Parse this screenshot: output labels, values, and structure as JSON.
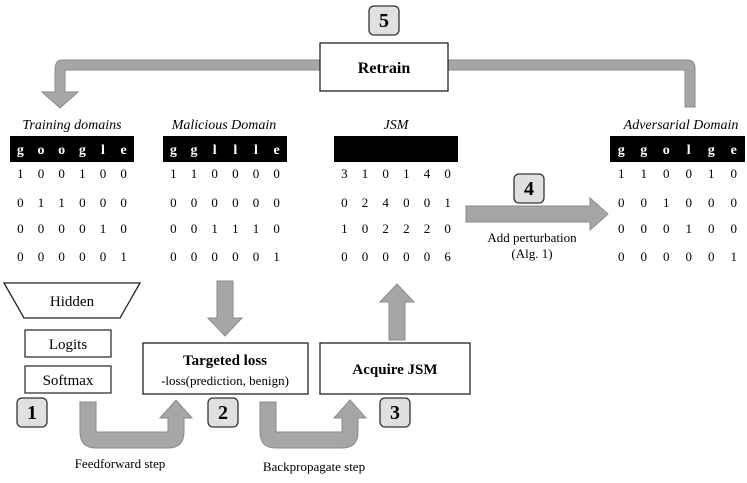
{
  "steps": {
    "retrain_num": "5",
    "retrain_label": "Retrain",
    "perturb_num": "4",
    "perturb_label1": "Add perturbation",
    "perturb_label2": "(Alg. 1)",
    "step1_num": "1",
    "step2_num": "2",
    "step3_num": "3"
  },
  "tables": {
    "training": {
      "title": "Training domains",
      "header": [
        "g",
        "o",
        "o",
        "g",
        "l",
        "e"
      ],
      "rows": [
        [
          "1",
          "0",
          "0",
          "1",
          "0",
          "0"
        ],
        [
          "0",
          "1",
          "1",
          "0",
          "0",
          "0"
        ],
        [
          "0",
          "0",
          "0",
          "0",
          "1",
          "0"
        ],
        [
          "0",
          "0",
          "0",
          "0",
          "0",
          "1"
        ]
      ]
    },
    "malicious": {
      "title": "Malicious Domain",
      "header": [
        "g",
        "g",
        "l",
        "l",
        "l",
        "e"
      ],
      "rows": [
        [
          "1",
          "1",
          "0",
          "0",
          "0",
          "0"
        ],
        [
          "0",
          "0",
          "0",
          "0",
          "0",
          "0"
        ],
        [
          "0",
          "0",
          "1",
          "1",
          "1",
          "0"
        ],
        [
          "0",
          "0",
          "0",
          "0",
          "0",
          "1"
        ]
      ]
    },
    "jsm": {
      "title": "JSM",
      "header": [
        "",
        "",
        "",
        "",
        "",
        ""
      ],
      "rows": [
        [
          "3",
          "1",
          "0",
          "1",
          "4",
          "0"
        ],
        [
          "0",
          "2",
          "4",
          "0",
          "0",
          "1"
        ],
        [
          "1",
          "0",
          "2",
          "2",
          "2",
          "0"
        ],
        [
          "0",
          "0",
          "0",
          "0",
          "0",
          "6"
        ]
      ]
    },
    "adversarial": {
      "title": "Adversarial Domain",
      "header": [
        "g",
        "g",
        "o",
        "l",
        "g",
        "e"
      ],
      "rows": [
        [
          "1",
          "1",
          "0",
          "0",
          "1",
          "0"
        ],
        [
          "0",
          "0",
          "1",
          "0",
          "0",
          "0"
        ],
        [
          "0",
          "0",
          "0",
          "1",
          "0",
          "0"
        ],
        [
          "0",
          "0",
          "0",
          "0",
          "0",
          "1"
        ]
      ]
    }
  },
  "model": {
    "hidden": "Hidden",
    "logits": "Logits",
    "softmax": "Softmax"
  },
  "boxes": {
    "targeted_loss_title": "Targeted loss",
    "targeted_loss_sub": "-loss(prediction, benign)",
    "acquire_jsm": "Acquire JSM"
  },
  "labels": {
    "feedforward": "Feedforward step",
    "backpropagate": "Backpropagate step"
  }
}
